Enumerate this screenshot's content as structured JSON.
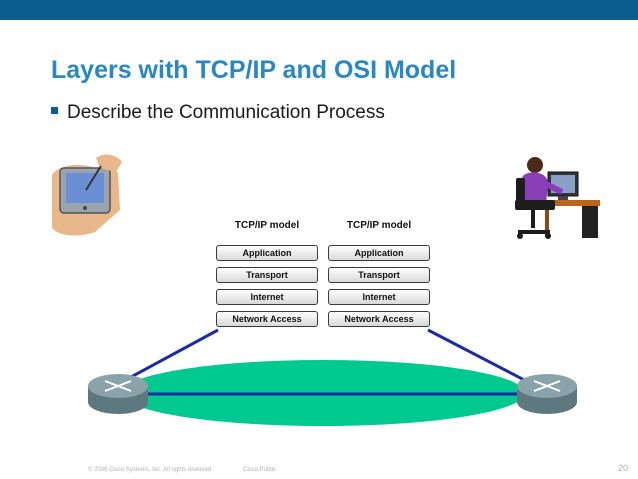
{
  "slide": {
    "title": "Layers with TCP/IP and OSI Model",
    "bullet": "Describe the Communication Process",
    "footer_copyright": "© 2006 Cisco Systems, Inc. All rights reserved.",
    "footer_label": "Cisco Public",
    "page_number": "20"
  },
  "diagram": {
    "left_stack": {
      "heading": "TCP/IP model",
      "layers": [
        "Application",
        "Transport",
        "Internet",
        "Network Access"
      ]
    },
    "right_stack": {
      "heading": "TCP/IP model",
      "layers": [
        "Application",
        "Transport",
        "Internet",
        "Network Access"
      ]
    }
  },
  "colors": {
    "top_bar": "#0b5c8f",
    "title": "#2a87c4",
    "network_cloud": "#00c98f",
    "link_line": "#1c2aa6",
    "router": "#6f8890"
  },
  "icons": [
    "pda-user-icon",
    "desktop-user-icon",
    "router-icon"
  ]
}
